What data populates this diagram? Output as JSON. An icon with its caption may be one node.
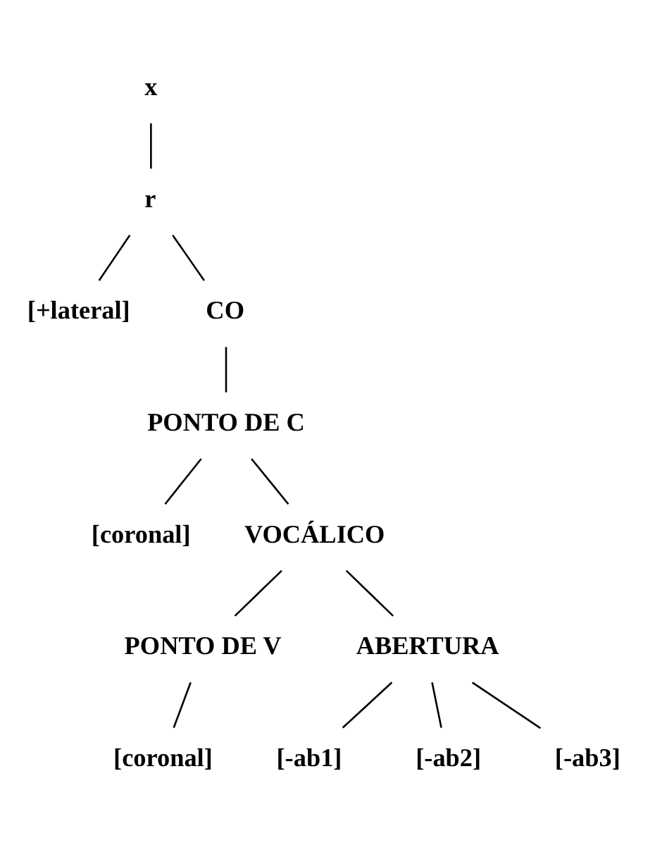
{
  "diagram": {
    "nodes": [
      {
        "text": [
          "x"
        ]
      },
      {
        "text": [
          "r"
        ]
      },
      {
        "text": [
          "[+lateral]"
        ]
      },
      {
        "text": [
          "CO"
        ]
      },
      {
        "text": [
          "PONTO DE C"
        ]
      },
      {
        "text": [
          "[coronal]"
        ]
      },
      {
        "text": [
          "VOCÁLICO"
        ]
      },
      {
        "text": [
          "PONTO DE V"
        ]
      },
      {
        "text": [
          "ABERTURA"
        ]
      },
      {
        "text": [
          "[coronal]"
        ]
      },
      {
        "text": [
          "[-ab1]"
        ]
      },
      {
        "text": [
          "[-ab2]"
        ]
      },
      {
        "text": [
          "[-ab3]"
        ]
      }
    ],
    "edges": [
      {
        "from": 0,
        "to": 1,
        "arrow": "none"
      },
      {
        "from": 1,
        "to": 2,
        "arrow": "none"
      },
      {
        "from": 1,
        "to": 3,
        "arrow": "none"
      },
      {
        "from": 3,
        "to": 4,
        "arrow": "none"
      },
      {
        "from": 4,
        "to": 5,
        "arrow": "none"
      },
      {
        "from": 4,
        "to": 6,
        "arrow": "none"
      },
      {
        "from": 6,
        "to": 7,
        "arrow": "none"
      },
      {
        "from": 6,
        "to": 8,
        "arrow": "none"
      },
      {
        "from": 7,
        "to": 9,
        "arrow": "none"
      },
      {
        "from": 8,
        "to": 10,
        "arrow": "none"
      },
      {
        "from": 8,
        "to": 11,
        "arrow": "none"
      },
      {
        "from": 8,
        "to": 12,
        "arrow": "none"
      }
    ]
  }
}
